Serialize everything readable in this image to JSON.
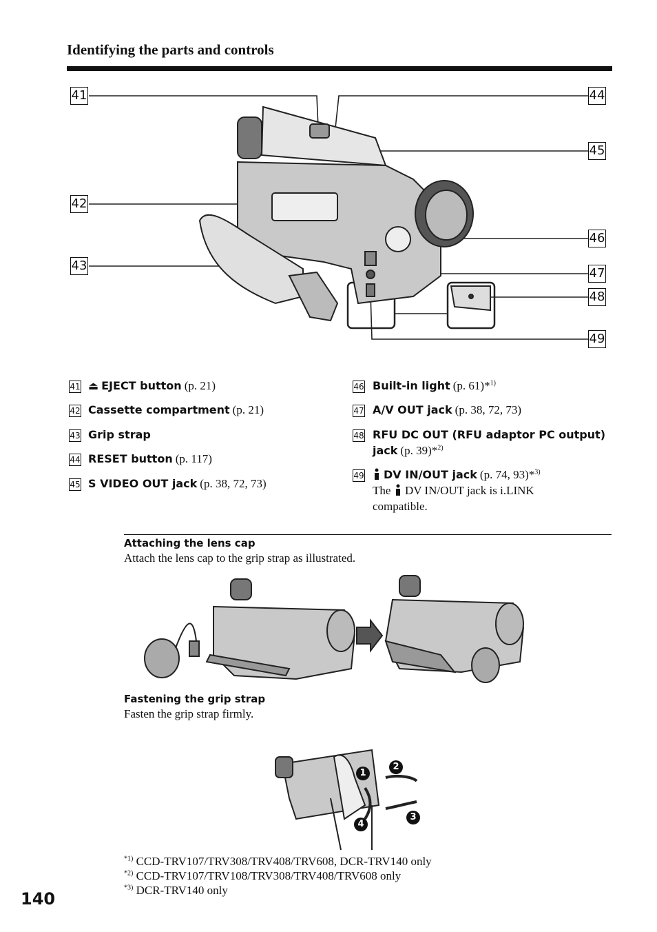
{
  "header": {
    "title": "Identifying the parts and controls"
  },
  "callouts": [
    "41",
    "42",
    "43",
    "44",
    "45",
    "46",
    "47",
    "48",
    "49"
  ],
  "parts_left": [
    {
      "num": "41",
      "icon": "⏏",
      "label": "EJECT button",
      "ref": "(p. 21)"
    },
    {
      "num": "42",
      "label": "Cassette compartment",
      "ref": "(p. 21)"
    },
    {
      "num": "43",
      "label": "Grip strap",
      "ref": ""
    },
    {
      "num": "44",
      "label": "RESET button",
      "ref": "(p. 117)"
    },
    {
      "num": "45",
      "label": "S VIDEO OUT jack",
      "ref": "(p. 38, 72, 73)"
    }
  ],
  "parts_right": [
    {
      "num": "46",
      "label": "Built-in light",
      "ref": "(p. 61)*",
      "sup": "1)"
    },
    {
      "num": "47",
      "label": "A/V OUT jack",
      "ref": "(p. 38, 72, 73)"
    },
    {
      "num": "48",
      "label": "RFU DC OUT (RFU adaptor PC output)",
      "label2": "jack",
      "ref": "(p. 39)*",
      "sup": "2)"
    },
    {
      "num": "49",
      "label": "DV IN/OUT jack",
      "ref": "(p. 74, 93)*",
      "sup": "3)",
      "note1a": "The",
      "note1b": "DV IN/OUT jack is i.LINK",
      "note2": "compatible."
    }
  ],
  "lens_cap": {
    "heading": "Attaching the lens cap",
    "text": "Attach the lens cap to the grip strap as illustrated."
  },
  "grip": {
    "heading": "Fastening the grip strap",
    "text": "Fasten the grip strap firmly.",
    "steps": [
      "1",
      "2",
      "3",
      "4"
    ]
  },
  "footnotes": [
    {
      "mark": "*1)",
      "text": "CCD-TRV107/TRV308/TRV408/TRV608, DCR-TRV140 only"
    },
    {
      "mark": "*2)",
      "text": "CCD-TRV107/TRV108/TRV308/TRV408/TRV608 only"
    },
    {
      "mark": "*3)",
      "text": "DCR-TRV140 only"
    }
  ],
  "page_number": "140"
}
